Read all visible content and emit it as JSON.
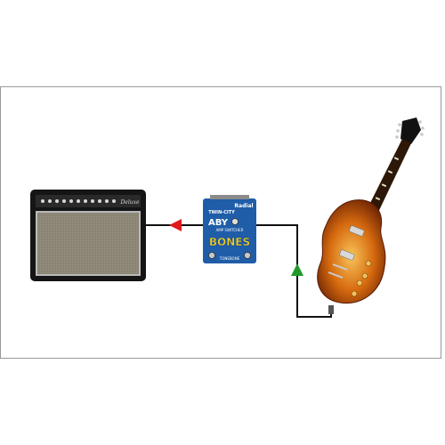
{
  "diagram": {
    "amp": {
      "name": "guitar-amplifier",
      "badge_text": "Deluxe",
      "colors": {
        "tolex": "#151515",
        "panel": "#2a2a2a",
        "grille": "#8a8574",
        "knob": "#d8d8d8",
        "piping": "#b9b9b9"
      }
    },
    "pedal": {
      "name": "aby-pedal",
      "brand_text": "Radial",
      "title_text": "TWIN-CITY",
      "model_text": "ABY",
      "subtitle_text": "AMP SWITCHER",
      "logo_text": "BONES",
      "footer_text": "TONEBONE",
      "colors": {
        "body": "#1f5da8",
        "body_dark": "#123d73",
        "label": "#ffffff",
        "logo": "#f2d02b"
      }
    },
    "guitar": {
      "name": "electric-guitar",
      "colors": {
        "body_edge": "#7a2a05",
        "body_mid": "#d66a0f",
        "body_center": "#f7c45a",
        "neck": "#6b3b13",
        "fretboard": "#2d1808",
        "headstock": "#111111",
        "hardware": "#c9c9c9"
      }
    },
    "signal_flow": {
      "from": "guitar",
      "via": "aby-pedal",
      "to": "guitar-amplifier",
      "arrow_into_pedal_color": "#1f9a2a",
      "arrow_into_amp_color": "#e0191c",
      "cable_color": "#111111"
    }
  }
}
